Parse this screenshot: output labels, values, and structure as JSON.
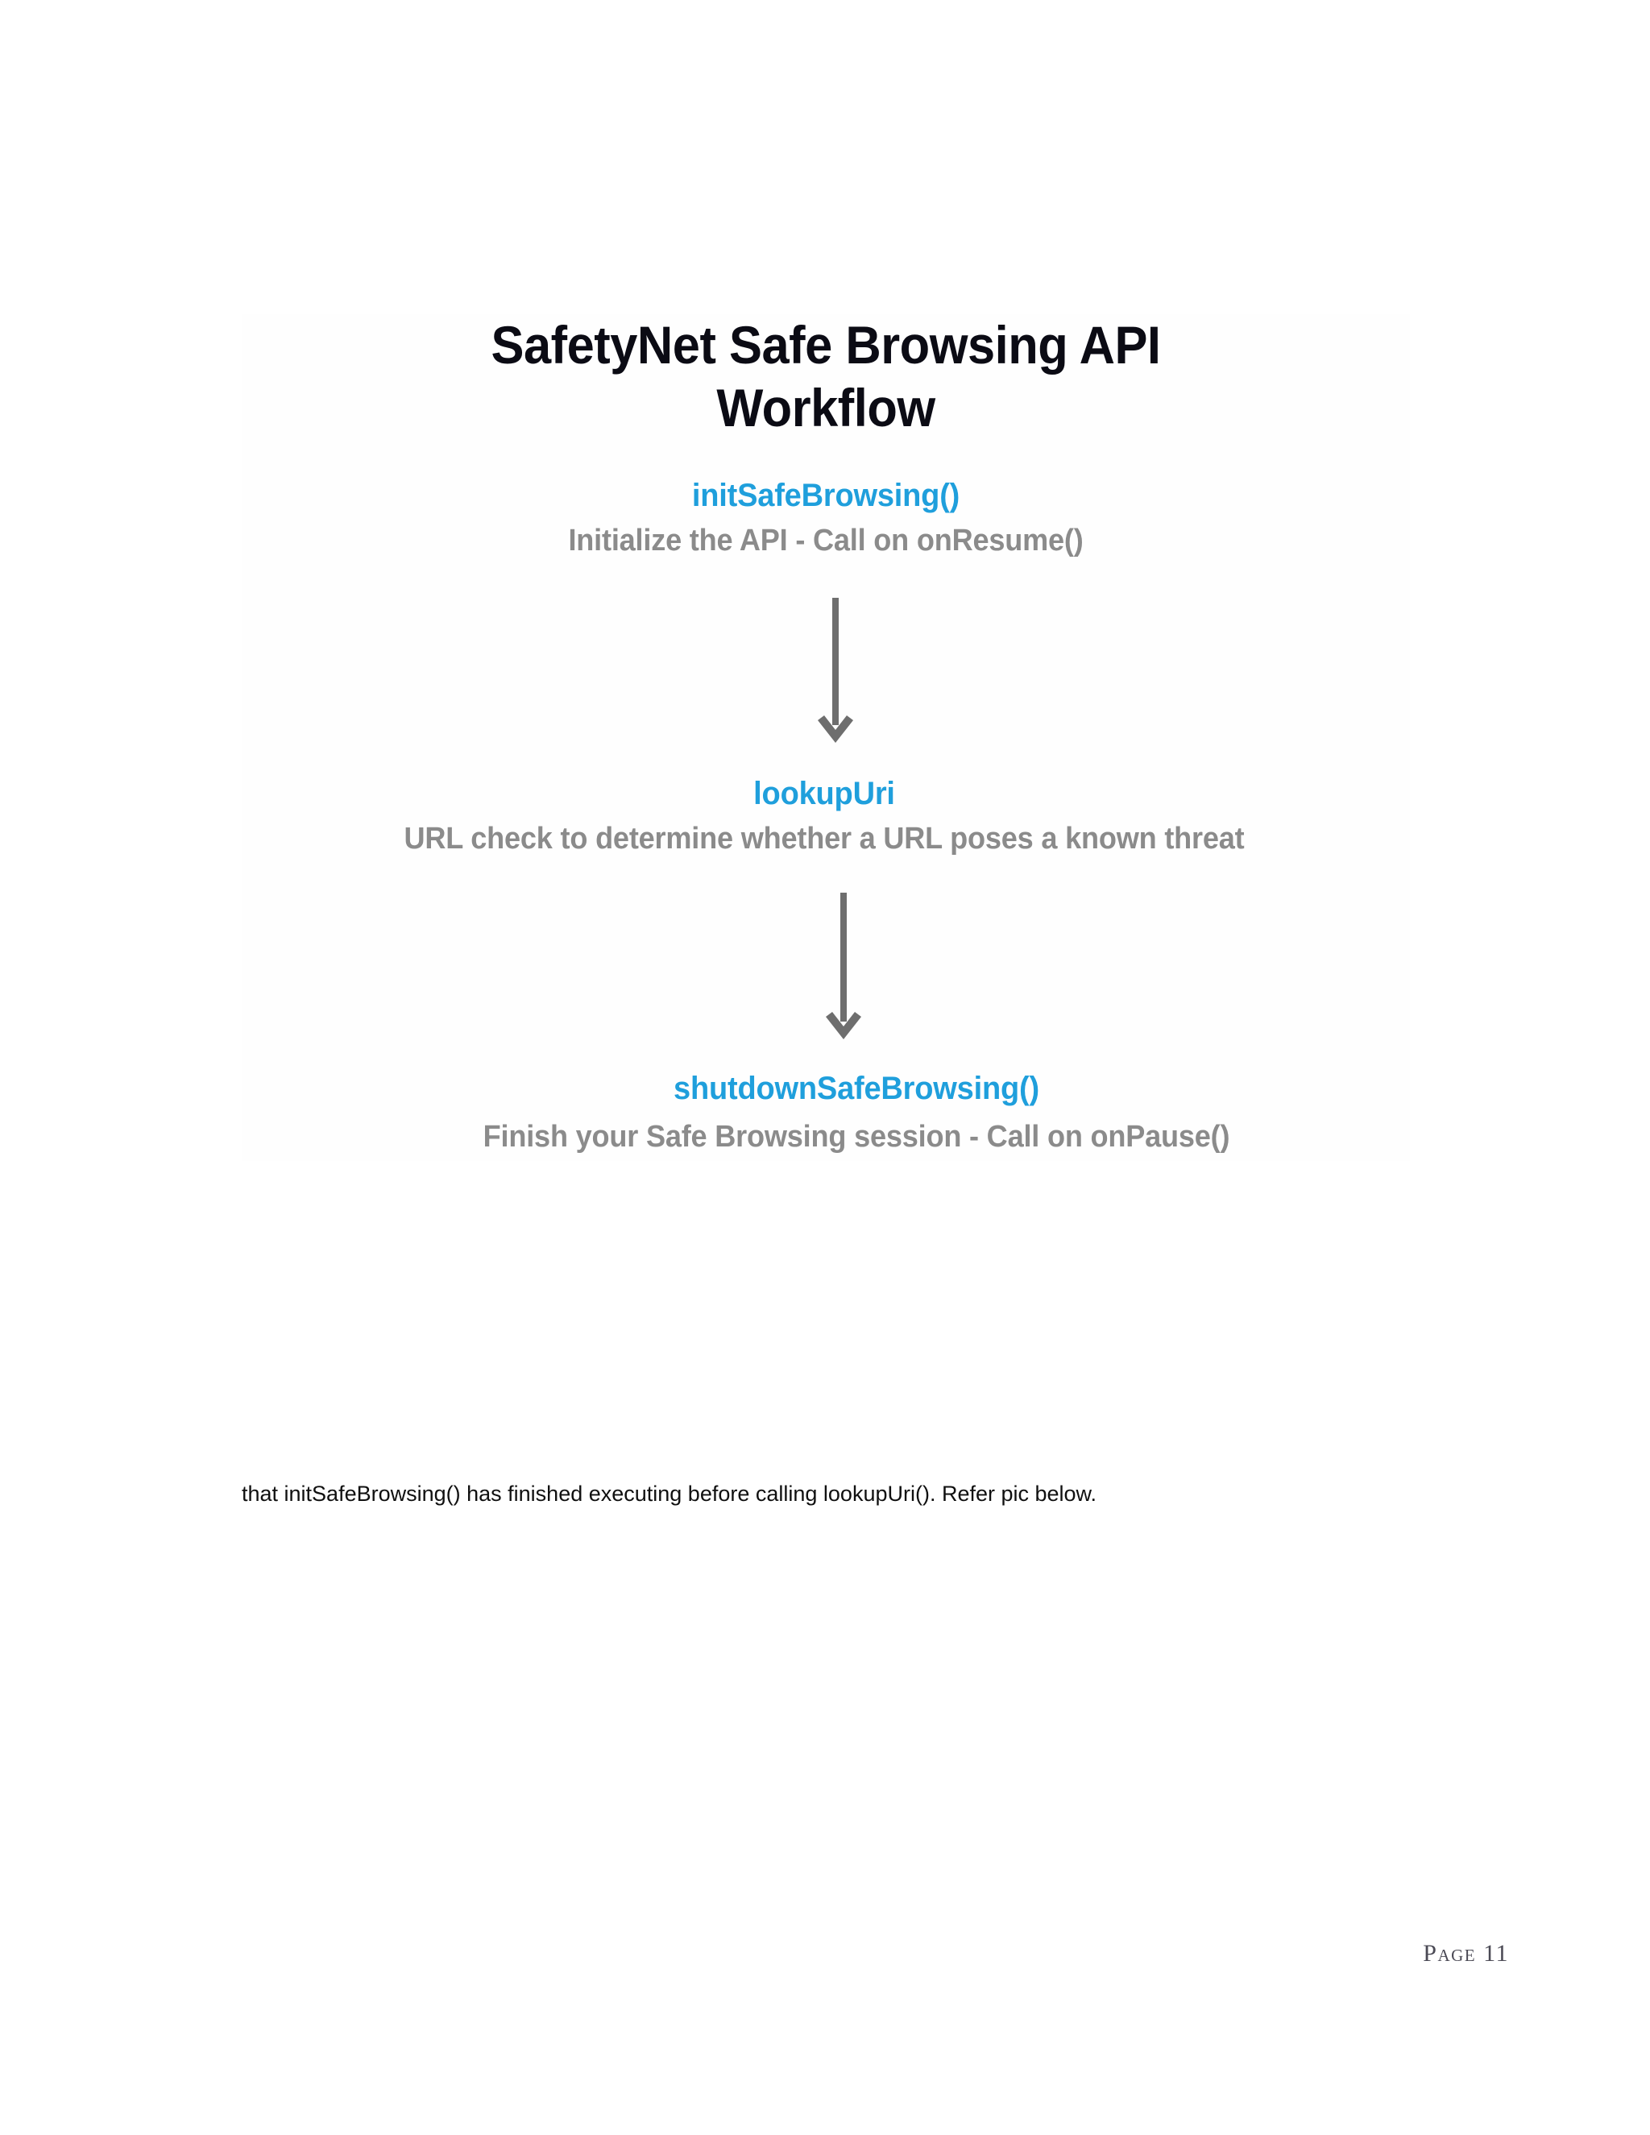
{
  "document": {
    "page_background": "#ffffff",
    "footer_label": "Page 11"
  },
  "diagram": {
    "title": "SafetyNet Safe Browsing API\nWorkflow",
    "title_color": "#0b0b14",
    "accent_color": "#1f9fdc",
    "muted_color": "#8b8b8b",
    "arrow_color": "#6e6e6e",
    "nodes": [
      {
        "name": "initSafeBrowsing()",
        "description": "Initialize the API - Call on onResume()"
      },
      {
        "name": "lookupUri",
        "description": "URL check to determine whether a URL poses a known threat"
      },
      {
        "name": "shutdownSafeBrowsing()",
        "description": "Finish your Safe Browsing session - Call on onPause()"
      }
    ],
    "connectors": [
      {
        "from": "initSafeBrowsing()",
        "to": "lookupUri",
        "direction": "down"
      },
      {
        "from": "lookupUri",
        "to": "shutdownSafeBrowsing()",
        "direction": "down"
      }
    ]
  },
  "body": {
    "paragraph": "that initSafeBrowsing() has finished executing before calling lookupUri(). Refer pic below."
  }
}
